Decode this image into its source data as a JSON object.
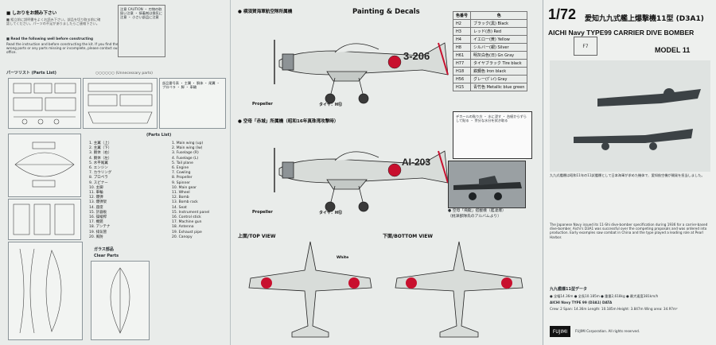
{
  "left": {
    "header_jp": "■ しおりをお読み下さい",
    "note1": "■ Read the following well before constructing",
    "note2": "Read the instruction and before constructing the kit. If you find the wrong parts or any parts missing or incomplete, please contact our office.",
    "parts_list_jp": "パーツリスト (Parts List)",
    "parts_list_en": "(Parts List)",
    "clear_parts_jp": "ガラス部品",
    "clear_parts_en": "Clear Parts",
    "unnecessary": "○○○○○○ (Unnecessary parts)"
  },
  "middle": {
    "top_jp": "● 横須賀海軍航空隊所属機",
    "pd_title": "Painting & Decals",
    "akagi_jp": "● 空母「赤城」所属機（昭和16年真珠湾攻撃時）",
    "top_view": "上面/TOP VIEW",
    "bottom_view": "下面/BOTTOM VIEW",
    "plane1_code": "3-206",
    "plane2_code": "AI-203",
    "propeller": "Propeller",
    "tire": "タイヤ：H⑫",
    "white_label": "White",
    "photo_caption1": "● 空母「飛龍」搭載機（艦凄爆）",
    "photo_caption2": "（桃津部隊氏のアルバムより）"
  },
  "colors": {
    "header_num": "色番号",
    "header_name": "色",
    "rows": [
      {
        "code": "H2",
        "name": "ブラック(黒) Black"
      },
      {
        "code": "H3",
        "name": "レッド(赤) Red"
      },
      {
        "code": "H4",
        "name": "イエロー(黄) Yellow"
      },
      {
        "code": "H8",
        "name": "シルバー(銀) Silver"
      },
      {
        "code": "H61",
        "name": "明灰白色(日) Gn Gray"
      },
      {
        "code": "H77",
        "name": "タイヤブラック Tire black"
      },
      {
        "code": "H18",
        "name": "鉄鋼色 Iron black"
      },
      {
        "code": "H56",
        "name": "グレー(ｸﾞﾚｲ) Gray"
      },
      {
        "code": "H15",
        "name": "青竹色 Metallic blue green"
      }
    ]
  },
  "cover": {
    "scale": "1/72",
    "title_jp": "愛知九九式艦上爆撃機11型 (D3A1)",
    "title_en": "AICHI Navy TYPE99 CARRIER DIVE BOMBER",
    "model": "MODEL 11",
    "logo": "FUJIMI",
    "body_en": "The Japanese Navy issued its 11-Shi dive-bomber specification during 1936 for a carrier-based dive-bomber. Aichi's D3A1 was successful over the competing proposals and was ordered into production. Early examples saw combat in China and the type played a leading role at Pearl Harbor.",
    "body_jp": "九九式艦爆は昭和11年の11試艦爆として日本海軍が求めた機体で、愛知航空機が開発を担当しました。",
    "spec_title": "九九艦爆11型データ",
    "spec_lines": [
      "● 全幅14.36m ● 全長10.185m ● 重量2,618kg ● 最大速度381km/h",
      "AICHI Navy TYPE 99 (D3A1) DATA",
      "Crew: 2  Span: 14.36m  Length: 10.185m  Height: 3.847m  Wing area: 34.97m²"
    ],
    "footer": "FUJIMI Corporation. All rights reserved."
  }
}
